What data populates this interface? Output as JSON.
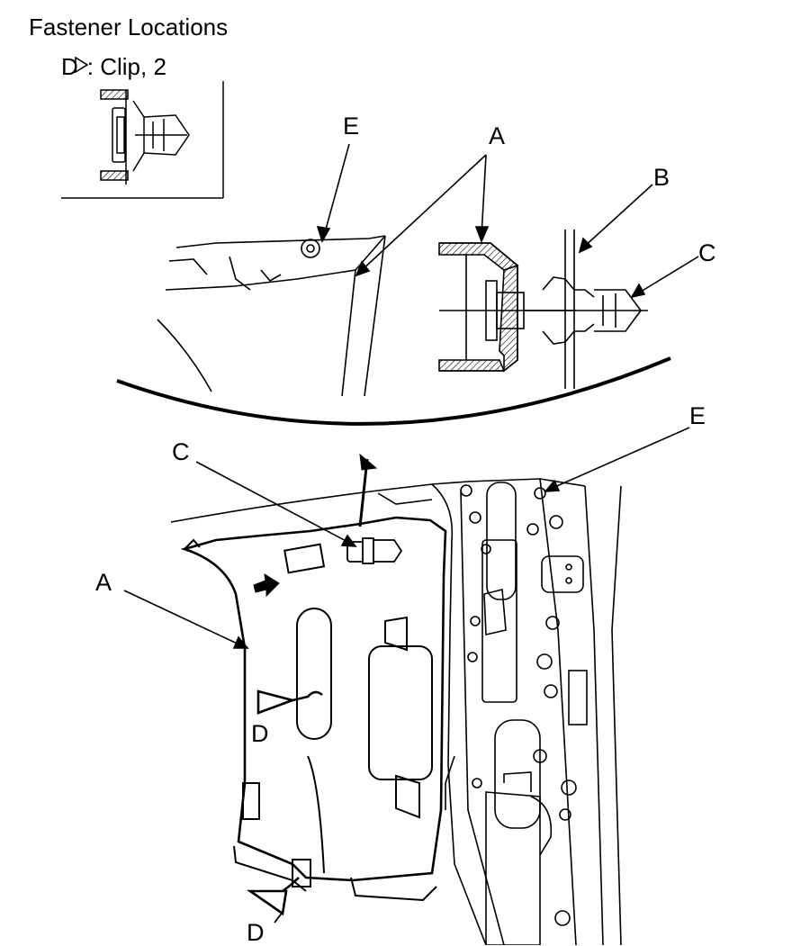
{
  "title": "Fastener Locations",
  "legend": {
    "symbol": "D",
    "text": ": Clip, 2"
  },
  "labels": {
    "A": "A",
    "B": "B",
    "C": "C",
    "D": "D",
    "E": "E"
  },
  "colors": {
    "line": "#000000",
    "background": "#ffffff",
    "hatch": "#000000"
  }
}
